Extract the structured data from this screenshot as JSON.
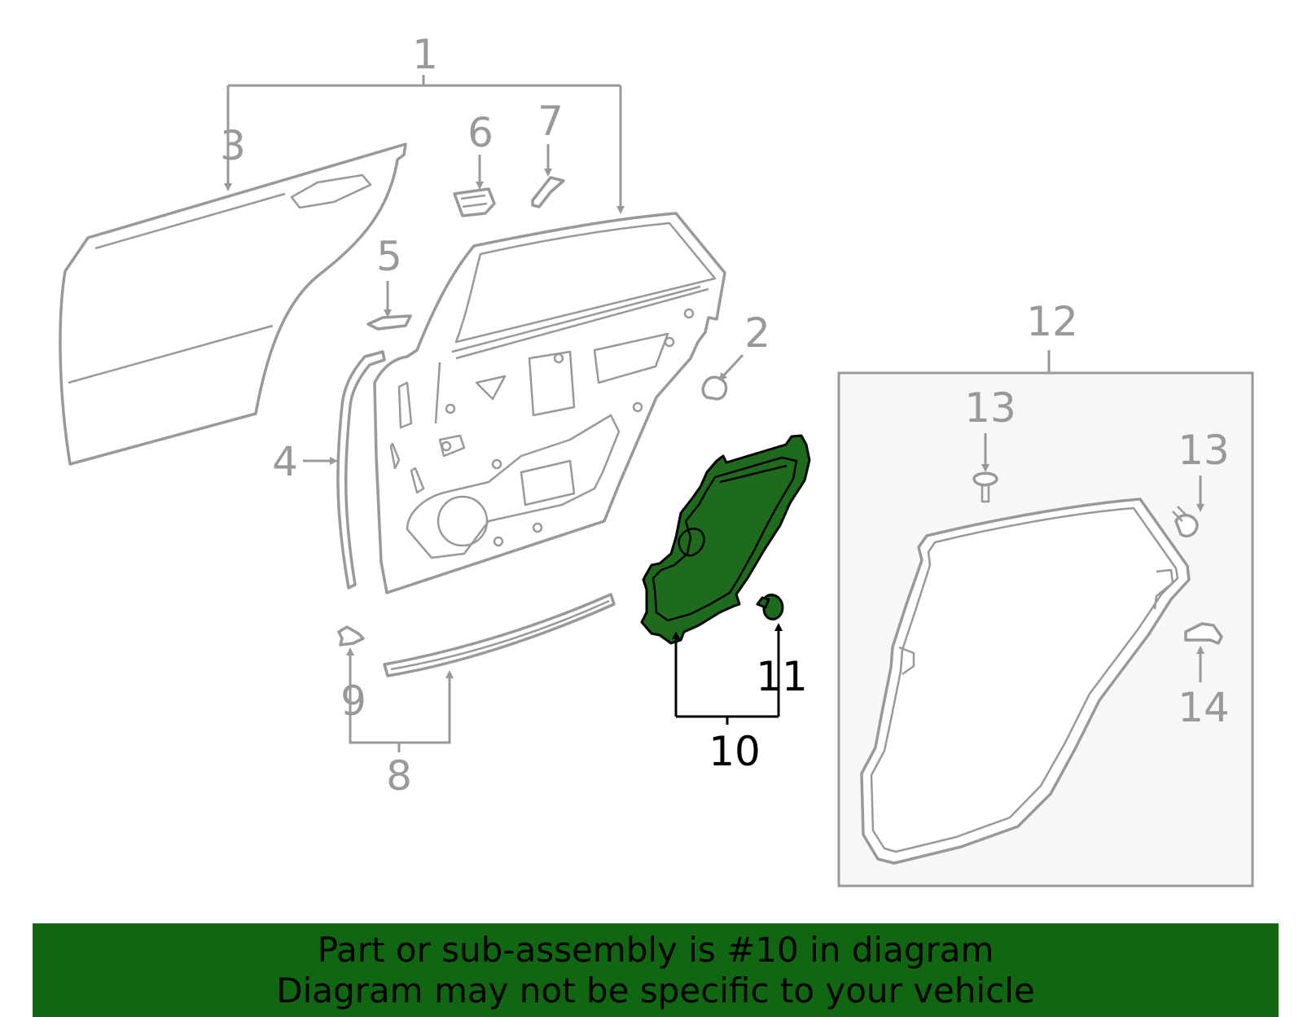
{
  "callouts": {
    "c1": "1",
    "c2": "2",
    "c3": "3",
    "c4": "4",
    "c5": "5",
    "c6": "6",
    "c7": "7",
    "c8": "8",
    "c9": "9",
    "c10": "10",
    "c11": "11",
    "c12": "12",
    "c13a": "13",
    "c13b": "13",
    "c14": "14"
  },
  "highlight": {
    "part": "10",
    "fill_color": "#1e6b1e"
  },
  "banner": {
    "line1": "Part or sub-assembly is #10 in diagram",
    "line2": "Diagram may not be specific to your vehicle",
    "bg_color": "#116611"
  },
  "colors": {
    "line_gray": "#999999",
    "box_bg": "#f7f7f7"
  }
}
